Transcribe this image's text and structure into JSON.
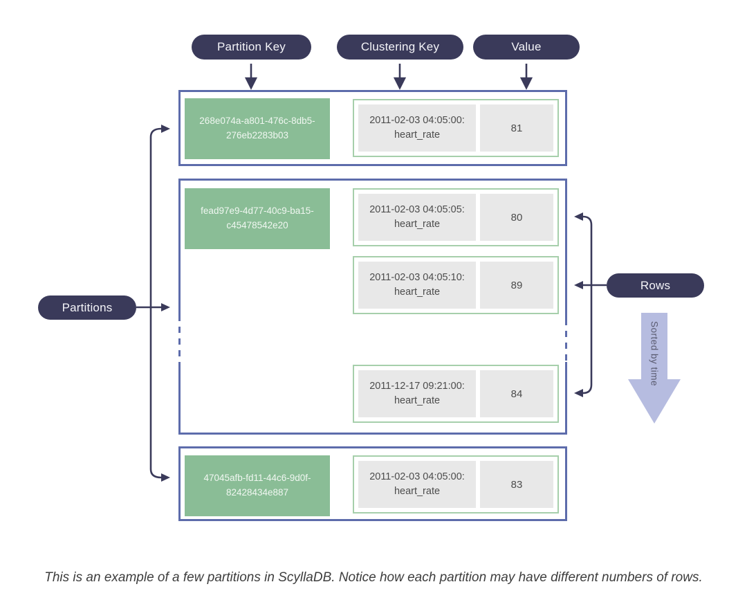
{
  "labels": {
    "partition_key": "Partition Key",
    "clustering_key": "Clustering Key",
    "value": "Value",
    "partitions": "Partitions",
    "rows": "Rows",
    "sorted_by_time": "Sorted by time"
  },
  "partitions": [
    {
      "key": "268e074a-a801-476c-8db5-276eb2283b03",
      "rows": [
        {
          "clustering": "2011-02-03 04:05:00:",
          "column": "heart_rate",
          "value": "81"
        }
      ]
    },
    {
      "key": "fead97e9-4d77-40c9-ba15-c45478542e20",
      "truncated": true,
      "rows": [
        {
          "clustering": "2011-02-03 04:05:05:",
          "column": "heart_rate",
          "value": "80"
        },
        {
          "clustering": "2011-02-03 04:05:10:",
          "column": "heart_rate",
          "value": "89"
        },
        {
          "clustering": "2011-12-17 09:21:00:",
          "column": "heart_rate",
          "value": "84"
        }
      ]
    },
    {
      "key": "47045afb-fd11-44c6-9d0f-82428434e887",
      "rows": [
        {
          "clustering": "2011-02-03 04:05:00:",
          "column": "heart_rate",
          "value": "83"
        }
      ]
    }
  ],
  "caption": "This is an example of a few partitions in ScyllaDB. Notice how each partition may have different numbers of rows.",
  "colors": {
    "pill_navy": "#3a3a5a",
    "partition_border_blue": "#5d6cab",
    "partition_key_green": "#8abd96",
    "row_border_green": "#a6cfab",
    "cell_gray": "#e8e8e8",
    "sorted_arrow_lavender": "#b6bce0"
  }
}
